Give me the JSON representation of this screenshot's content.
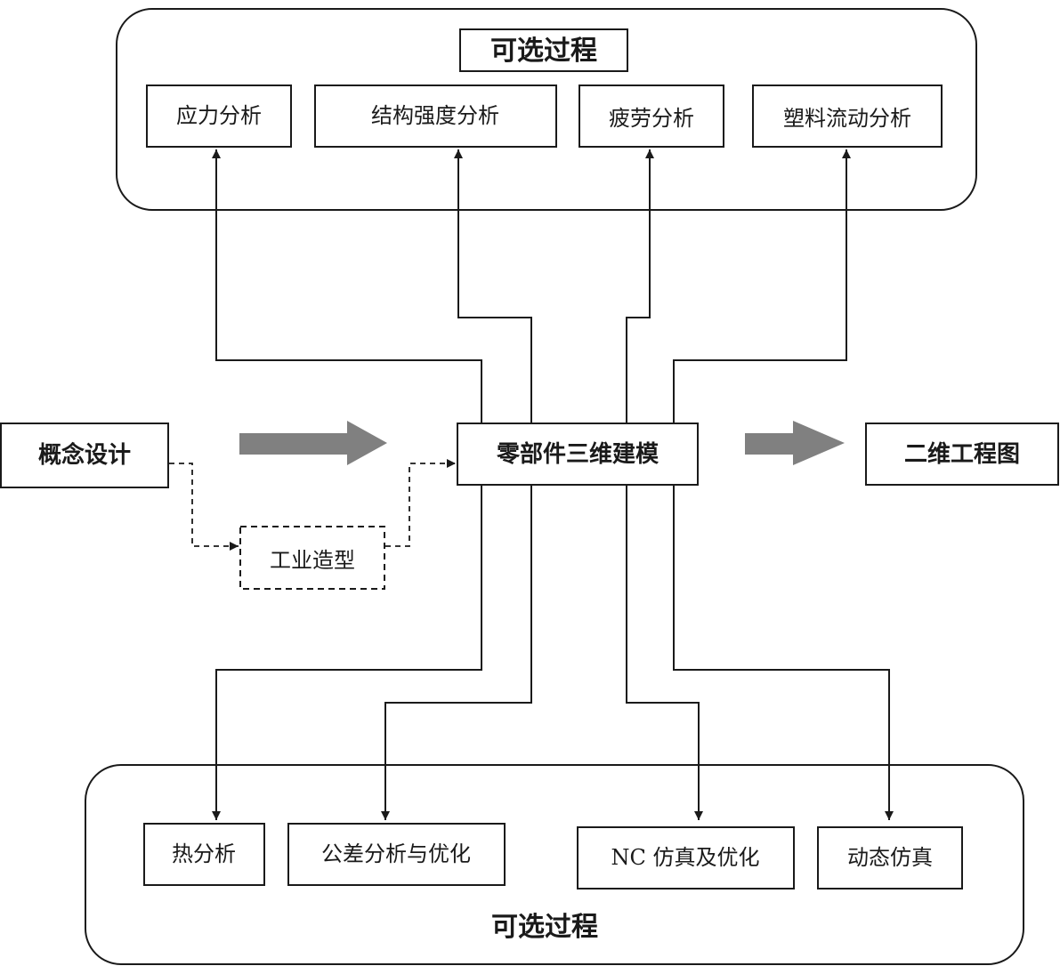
{
  "top_group": {
    "title": "可选过程",
    "items": [
      {
        "label": "应力分析"
      },
      {
        "label": "结构强度分析"
      },
      {
        "label": "疲劳分析"
      },
      {
        "label": "塑料流动分析"
      }
    ]
  },
  "center": {
    "concept": "概念设计",
    "model": "零部件三维建模",
    "drawing": "二维工程图",
    "industrial": "工业造型"
  },
  "bottom_group": {
    "title": "可选过程",
    "items": [
      {
        "label": "热分析"
      },
      {
        "label": "公差分析与优化"
      },
      {
        "label": "NC 仿真及优化"
      },
      {
        "label": "动态仿真"
      }
    ]
  },
  "colors": {
    "line": "#1a1a1a",
    "big_arrow": "#808080",
    "background": "#ffffff"
  }
}
